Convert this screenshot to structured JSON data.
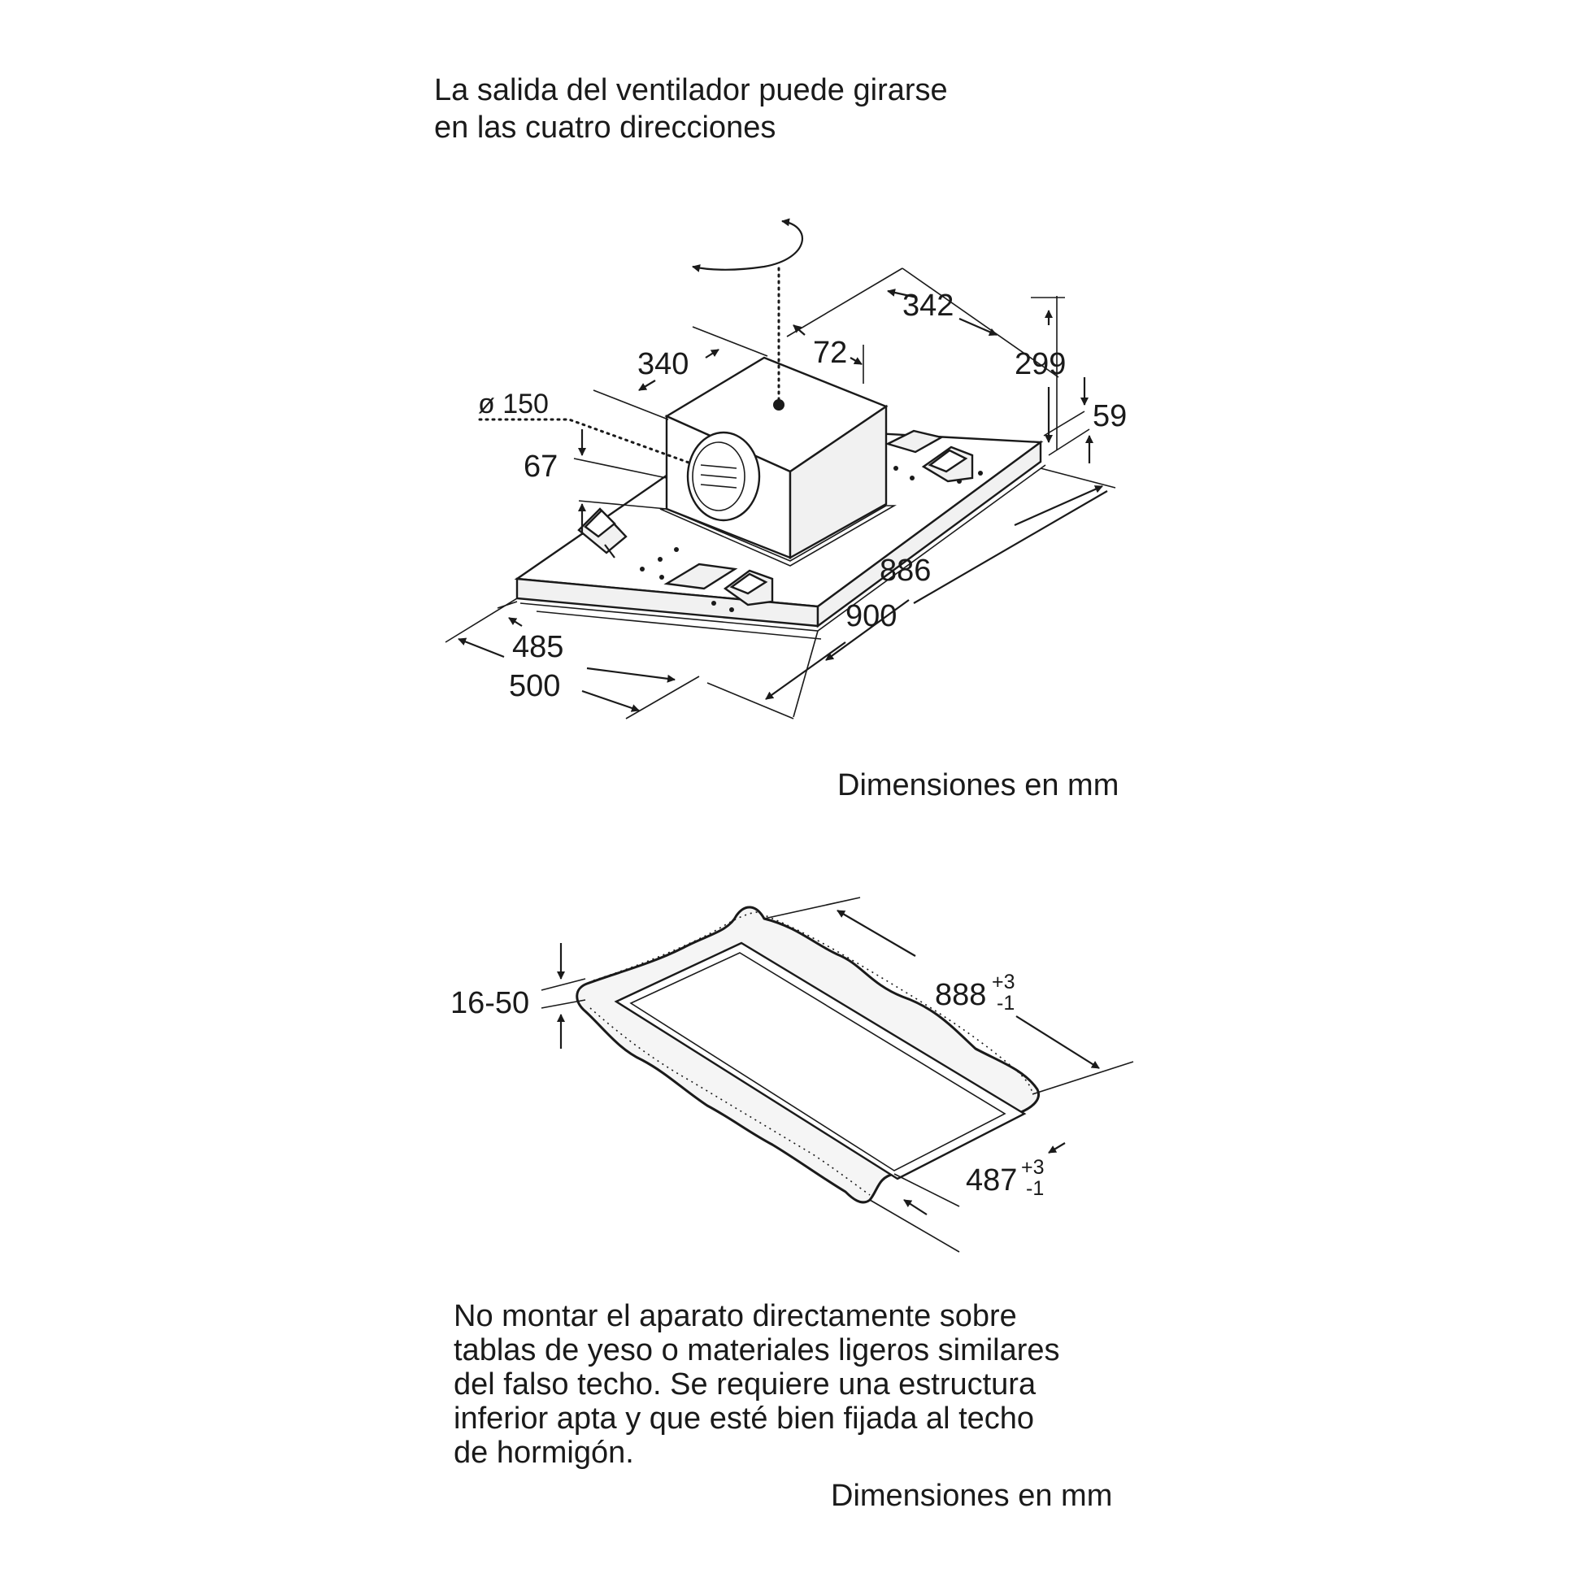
{
  "header": {
    "lines": [
      "La salida del ventilador puede girarse",
      "en las cuatro direcciones"
    ]
  },
  "hood": {
    "dimensions": {
      "d342": "342",
      "d72": "72",
      "d340": "340",
      "d299": "299",
      "d59": "59",
      "dia150": "ø 150",
      "d67": "67",
      "d886": "886",
      "d900": "900",
      "d485": "485",
      "d500": "500"
    }
  },
  "units_label_top": "Dimensiones en mm",
  "cutout": {
    "dimensions": {
      "d888": "888",
      "d888_tol_plus": "+3",
      "d888_tol_minus": "-1",
      "d487": "487",
      "d487_tol_plus": "+3",
      "d487_tol_minus": "-1",
      "d16_50": "16-50"
    }
  },
  "note": {
    "lines": [
      "No montar el aparato directamente sobre",
      "tablas de yeso o materiales ligeros similares",
      "del falso techo. Se requiere una estructura",
      "inferior apta y que esté bien fijada al techo",
      "de hormigón."
    ]
  },
  "units_label_bottom": "Dimensiones en mm",
  "icons": {
    "rotation": "rotation-arrow-icon"
  }
}
